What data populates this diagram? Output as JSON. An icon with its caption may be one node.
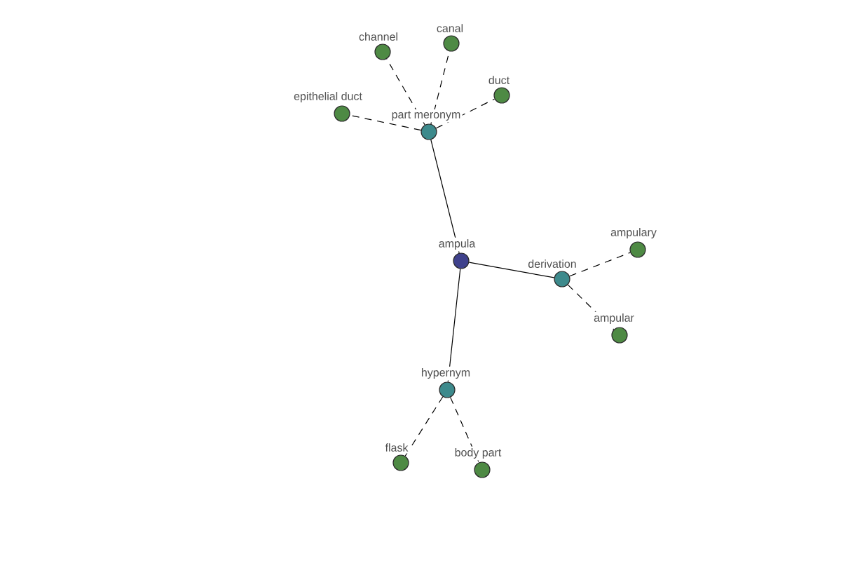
{
  "diagram": {
    "nodes": [
      {
        "text": [
          "canal"
        ]
      },
      {
        "text": [
          "channel"
        ]
      },
      {
        "text": [
          "duct"
        ]
      },
      {
        "text": [
          "epithelial duct"
        ]
      },
      {
        "text": [
          "part meronym"
        ]
      },
      {
        "text": [
          "ampulary"
        ]
      },
      {
        "text": [
          "ampula"
        ]
      },
      {
        "text": [
          "derivation"
        ]
      },
      {
        "text": [
          "ampular"
        ]
      },
      {
        "text": [
          "hypernym"
        ]
      },
      {
        "text": [
          "flask"
        ]
      },
      {
        "text": [
          "body part"
        ]
      }
    ],
    "edges": [
      {
        "from": 6,
        "to": 4,
        "arrow": "none"
      },
      {
        "from": 6,
        "to": 7,
        "arrow": "none"
      },
      {
        "from": 6,
        "to": 9,
        "arrow": "none"
      },
      {
        "from": 4,
        "to": 0,
        "arrow": "none",
        "style": "dashed"
      },
      {
        "from": 4,
        "to": 1,
        "arrow": "none",
        "style": "dashed"
      },
      {
        "from": 4,
        "to": 2,
        "arrow": "none",
        "style": "dashed"
      },
      {
        "from": 4,
        "to": 3,
        "arrow": "none",
        "style": "dashed"
      },
      {
        "from": 7,
        "to": 5,
        "arrow": "none",
        "style": "dashed"
      },
      {
        "from": 7,
        "to": 8,
        "arrow": "none",
        "style": "dashed"
      },
      {
        "from": 9,
        "to": 10,
        "arrow": "none",
        "style": "dashed"
      },
      {
        "from": 9,
        "to": 11,
        "arrow": "none",
        "style": "dashed"
      }
    ]
  }
}
